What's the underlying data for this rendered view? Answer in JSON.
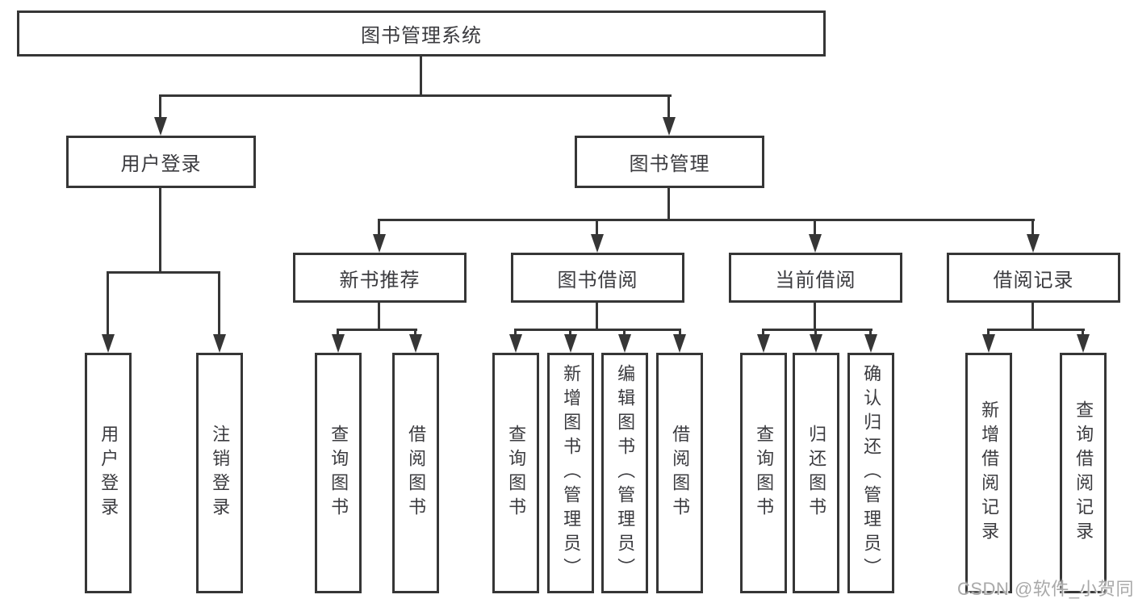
{
  "diagram": {
    "root": {
      "label": "图书管理系统"
    },
    "branches": [
      {
        "label": "用户登录",
        "children": [
          {
            "label": "用户登录"
          },
          {
            "label": "注销登录"
          }
        ]
      },
      {
        "label": "图书管理",
        "children": [
          {
            "label": "新书推荐",
            "children": [
              {
                "label": "查询图书"
              },
              {
                "label": "借阅图书"
              }
            ]
          },
          {
            "label": "图书借阅",
            "children": [
              {
                "label": "查询图书"
              },
              {
                "label": "新增图书（管理员）"
              },
              {
                "label": "编辑图书（管理员）"
              },
              {
                "label": "借阅图书"
              }
            ]
          },
          {
            "label": "当前借阅",
            "children": [
              {
                "label": "查询图书"
              },
              {
                "label": "归还图书"
              },
              {
                "label": "确认归还（管理员）"
              }
            ]
          },
          {
            "label": "借阅记录",
            "children": [
              {
                "label": "新增借阅记录"
              },
              {
                "label": "查询借阅记录"
              }
            ]
          }
        ]
      }
    ]
  },
  "watermark": {
    "text": "CSDN @软件_小贺同学"
  },
  "colors": {
    "line": "#363636",
    "text": "#3b3b3f",
    "watermark": "#a9a9a9",
    "background": "#ffffff"
  }
}
